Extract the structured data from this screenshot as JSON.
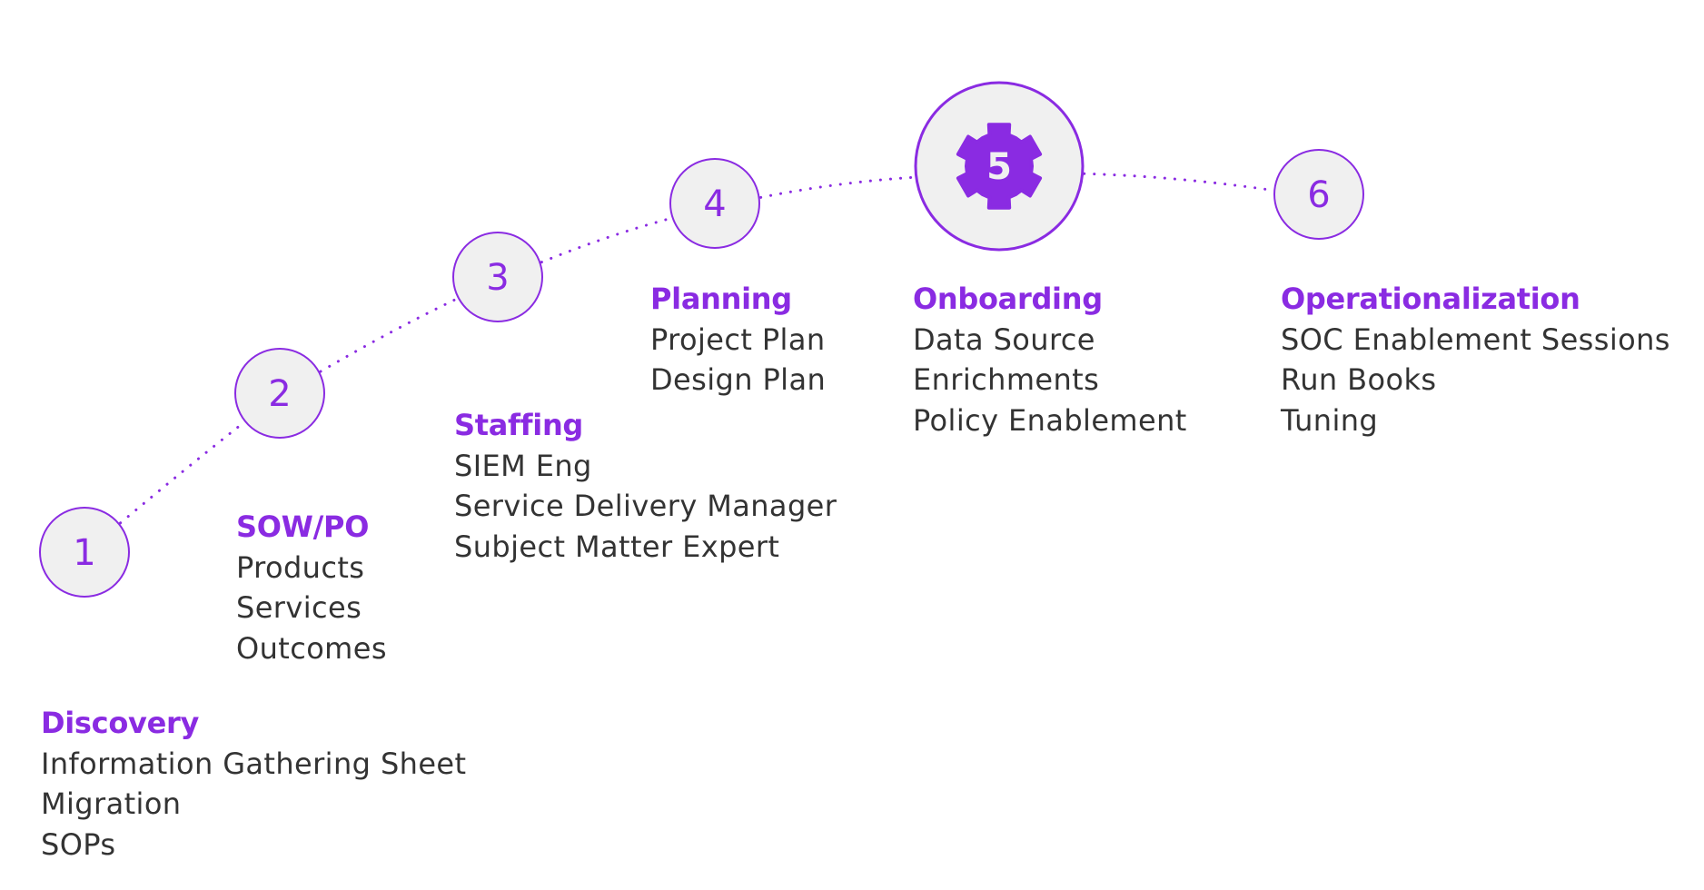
{
  "diagram": {
    "accent_color": "#8a2be2",
    "circle_fill": "#f0f0f0",
    "text_color": "#333333",
    "active_step": 5,
    "steps": [
      {
        "number": "1",
        "title": "Discovery",
        "items": [
          "Information Gathering Sheet",
          "Migration",
          "SOPs"
        ],
        "icon": ""
      },
      {
        "number": "2",
        "title": "SOW/PO",
        "items": [
          "Products",
          "Services",
          "Outcomes"
        ],
        "icon": ""
      },
      {
        "number": "3",
        "title": "Staffing",
        "items": [
          "SIEM Eng",
          "Service Delivery Manager",
          "Subject Matter Expert"
        ],
        "icon": ""
      },
      {
        "number": "4",
        "title": "Planning",
        "items": [
          "Project Plan",
          "Design Plan"
        ],
        "icon": ""
      },
      {
        "number": "5",
        "title": "Onboarding",
        "items": [
          "Data Source",
          "Enrichments",
          "Policy Enablement"
        ],
        "icon": "gear-icon"
      },
      {
        "number": "6",
        "title": "Operationalization",
        "items": [
          "SOC Enablement Sessions",
          "Run Books",
          "Tuning"
        ],
        "icon": ""
      }
    ]
  }
}
